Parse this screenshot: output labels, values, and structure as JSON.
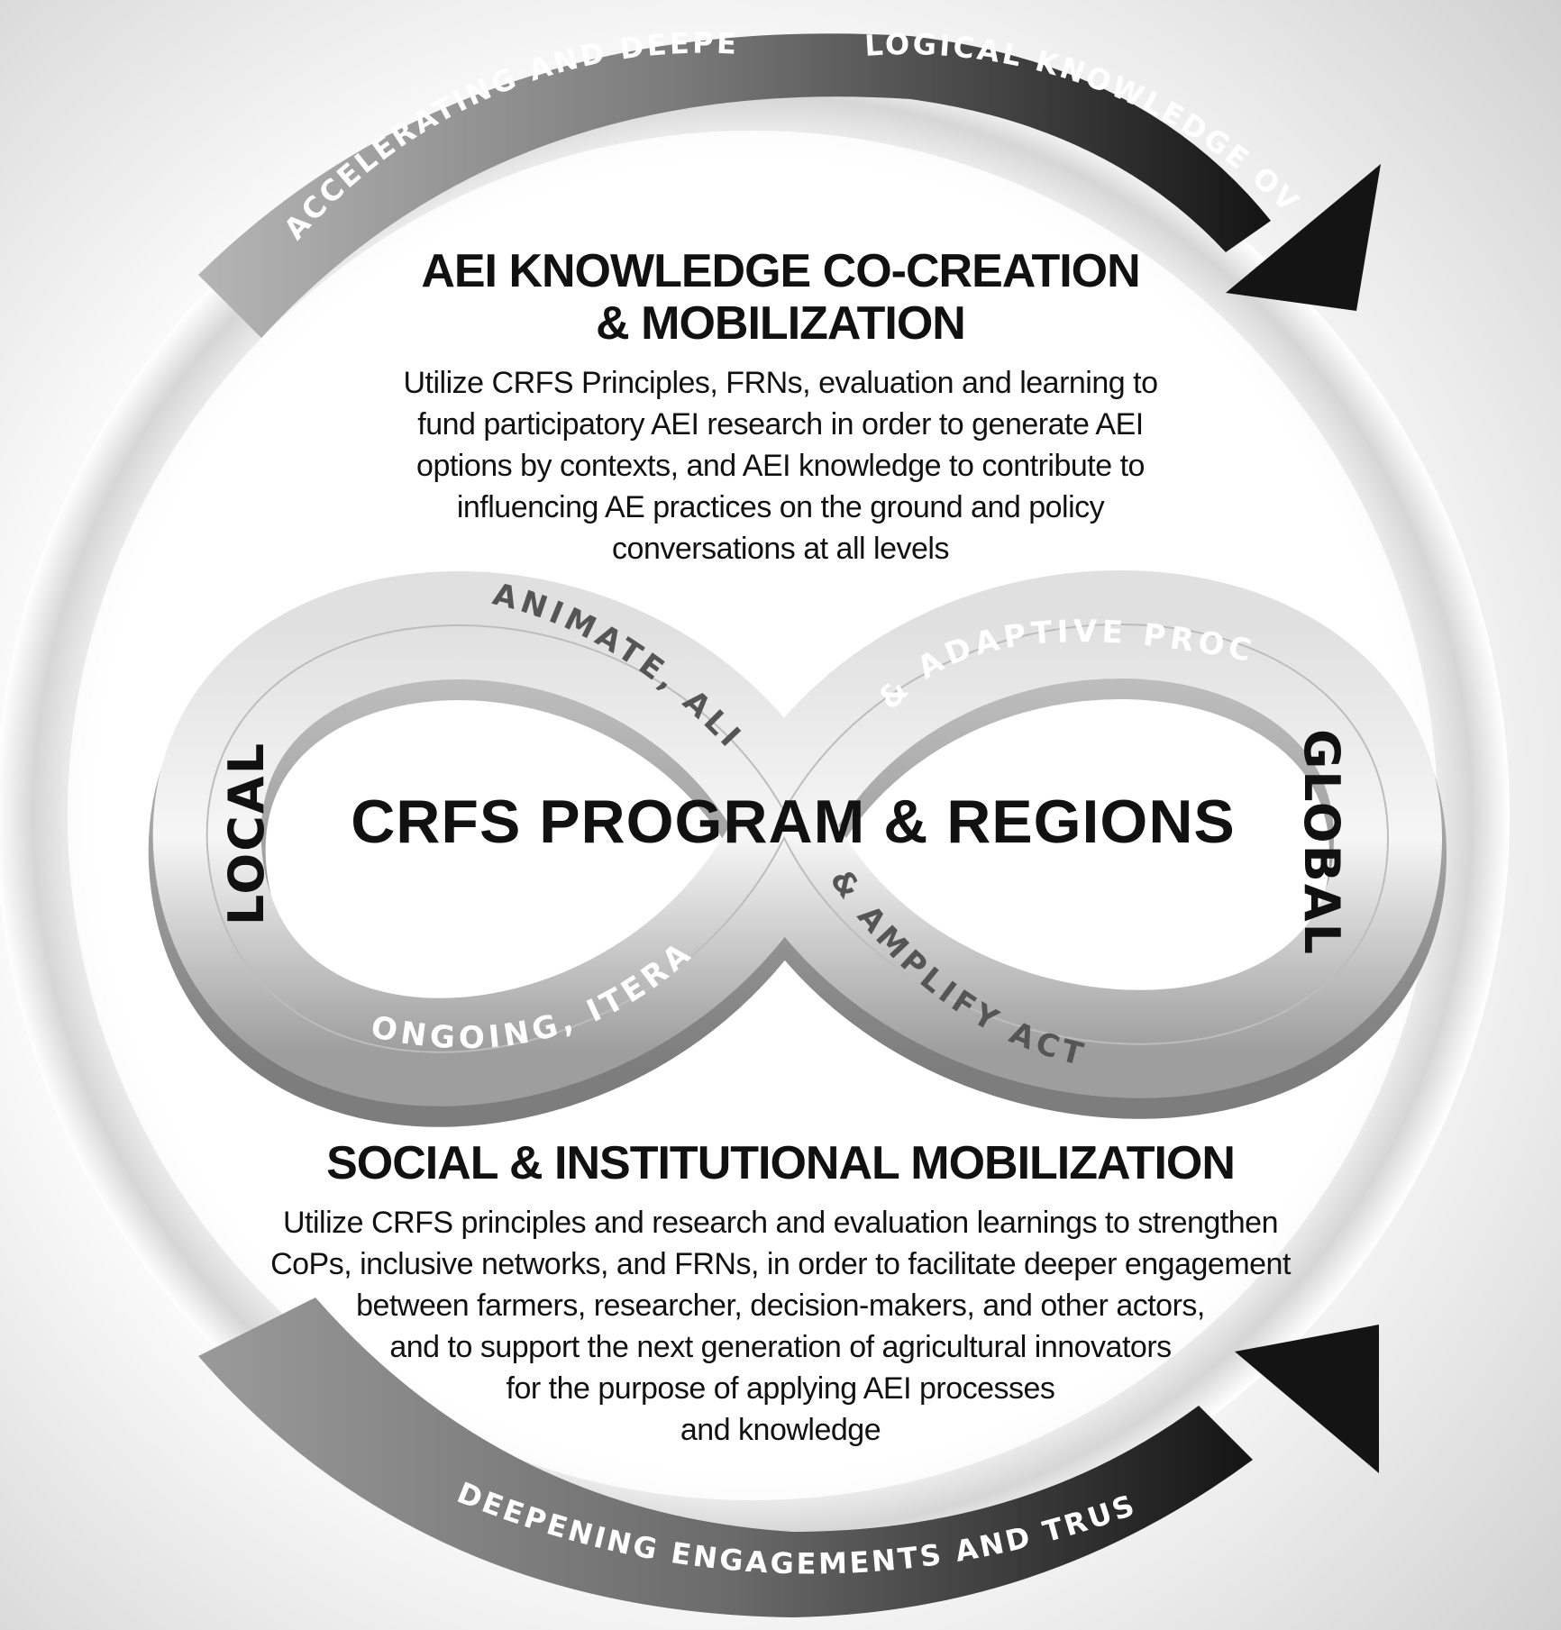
{
  "outer_arc_top": {
    "left_text": "ACCELERATING AND DEEPENING OF",
    "right_text": "LOGICAL KNOWLEDGE OVER TIME"
  },
  "outer_arc_bottom": {
    "text": "DEEPENING ENGAGEMENTS AND TRUST OVER TIME"
  },
  "top_section": {
    "title": "AEI KNOWLEDGE CO-CREATION\n& MOBILIZATION",
    "body": "Utilize CRFS Principles, FRNs, evaluation and learning to\nfund participatory AEI research in order to generate AEI\noptions by contexts, and AEI knowledge to contribute to\ninfluencing AE practices on the ground and policy\nconversations at all levels"
  },
  "center": {
    "title": "CRFS PROGRAM & REGIONS",
    "left_label": "LOCAL",
    "right_label": "GLOBAL",
    "loop_labels": {
      "upper_left": "ANIMATE, ALIGN,",
      "upper_right": "& ADAPTIVE PROCESSES",
      "lower_left": "ONGOING, ITERATIVE,",
      "lower_right": "& AMPLIFY ACTION"
    }
  },
  "bottom_section": {
    "title": "SOCIAL & INSTITUTIONAL MOBILIZATION",
    "body": "Utilize CRFS principles and research and evaluation learnings to strengthen\nCoPs, inclusive networks, and FRNs, in order to facilitate deeper engagement\nbetween farmers, researcher, decision-makers, and other actors,\nand to support the next generation of agricultural innovators\nfor the purpose of applying AEI processes\nand knowledge"
  },
  "colors": {
    "arrow_light": "#a8a8a8",
    "arrow_dark": "#1a1a1a",
    "loop_light": "#f2f2f2",
    "loop_dark": "#9a9a9a",
    "text_dark": "#111111",
    "loop_text_light": "#ffffff",
    "loop_text_dark": "#555555"
  }
}
